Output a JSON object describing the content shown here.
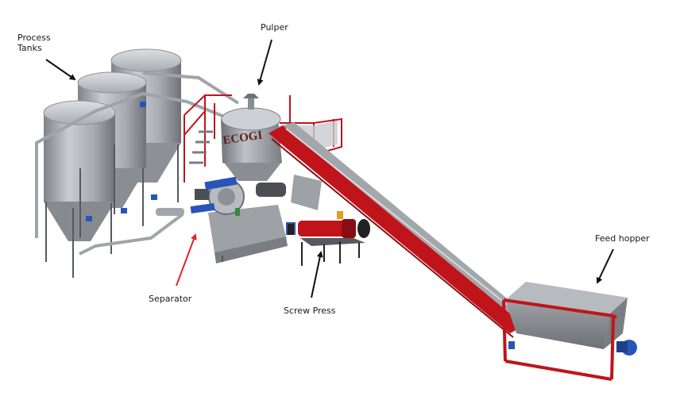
{
  "labels": {
    "process_tanks": "Process\nTanks",
    "pulper": "Pulper",
    "separator": "Separator",
    "screw_press": "Screw Press",
    "feed_hopper": "Feed hopper"
  },
  "pulper_brand": "ECOGI",
  "colors": {
    "steel": "#b9bcc0",
    "steel_dark": "#8d9196",
    "frame_red": "#c0141b",
    "motor_blue": "#2a55b8",
    "arrow_black": "#111111",
    "arrow_red": "#e0222a"
  }
}
